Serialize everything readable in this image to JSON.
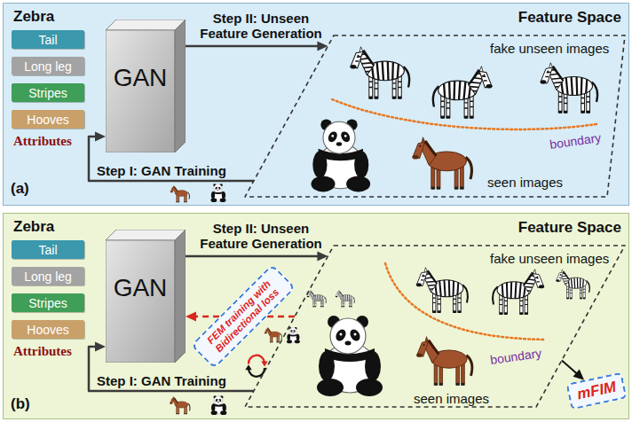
{
  "diagram": {
    "nodes": [
      {
        "text": [
          "(a)"
        ]
      },
      {
        "text": [
          "Tail"
        ],
        "in": 0
      },
      {
        "text": [
          "Long leg"
        ],
        "in": 0
      },
      {
        "text": [
          "Stripes"
        ],
        "in": 0
      },
      {
        "text": [
          "Hooves"
        ],
        "in": 0
      },
      {
        "text": [
          "GAN"
        ],
        "in": 0
      },
      {
        "text": [
          "Feature Space"
        ],
        "in": 0
      },
      {
        "text": [
          "(b)"
        ]
      },
      {
        "text": [
          "Tail"
        ],
        "in": 7
      },
      {
        "text": [
          "Long leg"
        ],
        "in": 7
      },
      {
        "text": [
          "Stripes"
        ],
        "in": 7
      },
      {
        "text": [
          "Hooves"
        ],
        "in": 7
      },
      {
        "text": [
          "GAN"
        ],
        "in": 7
      },
      {
        "text": [
          "FEM training with Bidirectional loss"
        ],
        "in": 7
      },
      {
        "text": [
          "Feature Space"
        ],
        "in": 7
      },
      {
        "text": [
          "mFIM"
        ],
        "in": 7
      }
    ],
    "edges": [
      {
        "from": 5,
        "to": 6,
        "arrow": "to",
        "label": "Step II: Unseen Feature Generation"
      },
      {
        "from": 6,
        "to": 5,
        "arrow": "to",
        "label": "Step I: GAN Training"
      },
      {
        "from": 12,
        "to": 14,
        "arrow": "to",
        "label": "Step II: Unseen Feature Generation"
      },
      {
        "from": 14,
        "to": 12,
        "arrow": "to",
        "label": "Step I: GAN Training"
      },
      {
        "from": 14,
        "to": 13,
        "arrow": "none"
      },
      {
        "from": 13,
        "to": 12,
        "arrow": "to"
      },
      {
        "from": 14,
        "to": 15,
        "arrow": "to"
      }
    ],
    "labels": [
      "Zebra",
      "Attributes",
      "fake unseen images",
      "boundary",
      "seen images",
      "Zebra",
      "Attributes",
      "fake unseen images",
      "boundary",
      "seen images"
    ]
  }
}
